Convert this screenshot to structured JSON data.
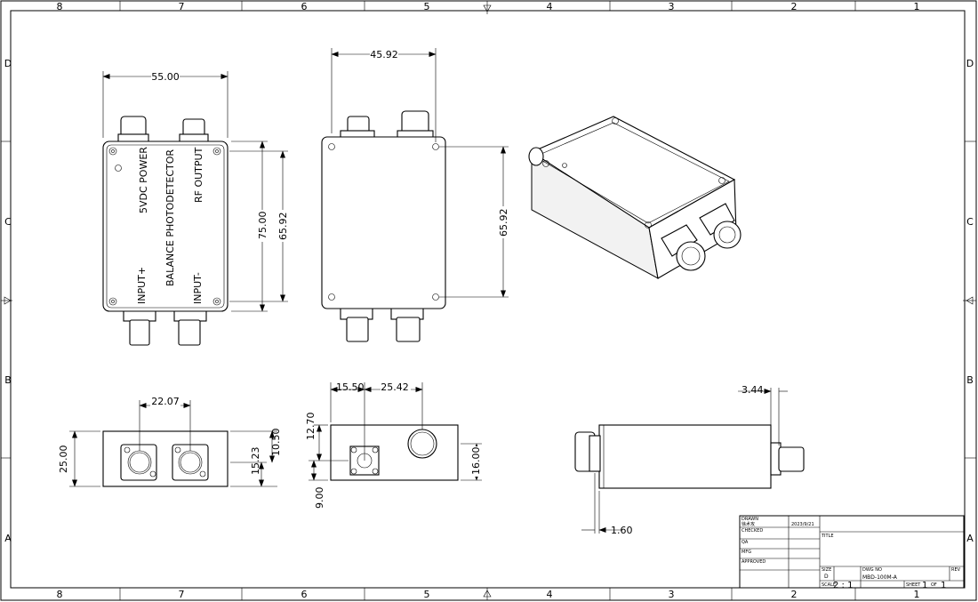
{
  "zones": {
    "columns": [
      "8",
      "7",
      "6",
      "5",
      "4",
      "3",
      "2",
      "1"
    ],
    "rows": [
      "D",
      "C",
      "B",
      "A"
    ]
  },
  "top_view": {
    "dim_width": "55.00",
    "dim_height": "75.00",
    "dim_inner_height": "65.92",
    "label_power": "5VDC POWER",
    "label_rf": "RF OUTPUT",
    "label_title": "BALANCE PHOTODETECTOR",
    "label_input_plus": "INPUT+",
    "label_input_minus": "INPUT-"
  },
  "back_view": {
    "dim_width": "45.92",
    "dim_height": "65.92"
  },
  "front_view": {
    "dim_spacing": "22.07",
    "dim_height": "25.00",
    "dim_center": "15.23",
    "dim_upper": "10.50"
  },
  "side_view": {
    "dim_left": "15.50",
    "dim_mid": "25.42",
    "dim_top": "12.70",
    "dim_bottom": "9.00",
    "dim_height": "16.00"
  },
  "right_view": {
    "dim_flange": "3.44",
    "dim_base": "1.60"
  },
  "title_block": {
    "drawn_label": "DRAWN",
    "drawn_name": "徐术攻",
    "drawn_date": "2023/9/21",
    "checked_label": "CHECKED",
    "qa_label": "QA",
    "mfg_label": "MFG",
    "approved_label": "APPROVED",
    "title_label": "TITLE",
    "size_label": "SIZE",
    "size_value": "D",
    "dwg_no_label": "DWG NO",
    "dwg_no_value": "MBD-100M-A",
    "rev_label": "REV",
    "scale_label": "SCALE",
    "scale_value": "2 : 1",
    "sheet_label": "SHEET",
    "sheet_value": "1",
    "of_label": "OF",
    "of_value": "1"
  }
}
